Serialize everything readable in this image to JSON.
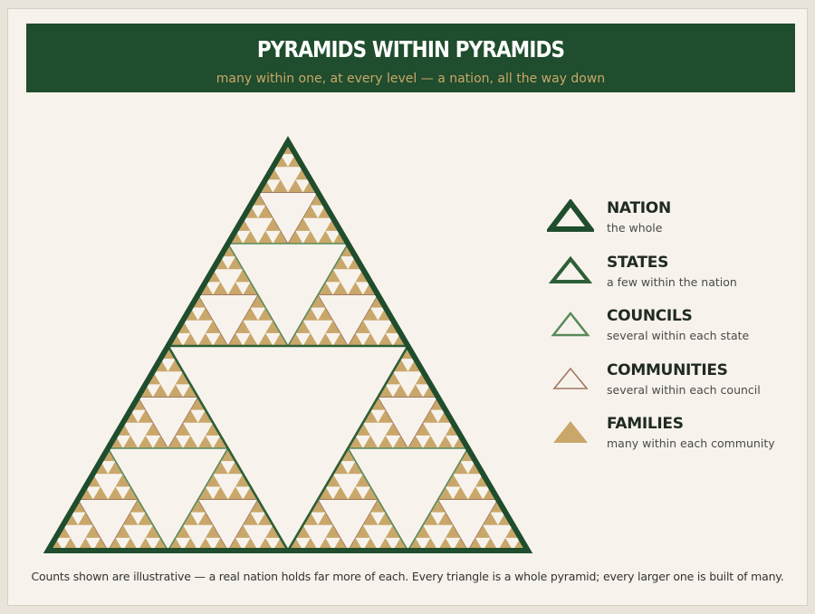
{
  "header": {
    "title": "PYRAMIDS WITHIN PYRAMIDS",
    "subtitle": "many within one, at every level — a nation, all the way down"
  },
  "legend": [
    {
      "title": "NATION",
      "desc": "the whole",
      "icon": "nation-triangle-icon"
    },
    {
      "title": "STATES",
      "desc": "a few within the nation",
      "icon": "state-triangle-icon"
    },
    {
      "title": "COUNCILS",
      "desc": "several within each state",
      "icon": "council-triangle-icon"
    },
    {
      "title": "COMMUNITIES",
      "desc": "several within each council",
      "icon": "community-triangle-icon"
    },
    {
      "title": "FAMILIES",
      "desc": "many within each community",
      "icon": "family-triangle-icon"
    }
  ],
  "footnote": "Counts shown are illustrative — a real nation holds far more of each. Every triangle is a whole pyramid; every larger one is built of many.",
  "colors": {
    "nation": "#1f4d2d",
    "state": "#2e5e37",
    "council": "#5b8a5a",
    "community": "#a07860",
    "family": "#c9a76a",
    "hole": "#f7f3ec",
    "banner": "#1f4d2d",
    "subtitle": "#c9a76a"
  },
  "diagram": {
    "levels": [
      "nation",
      "states",
      "councils",
      "communities",
      "families"
    ],
    "subdivisions_per_level": 3
  }
}
